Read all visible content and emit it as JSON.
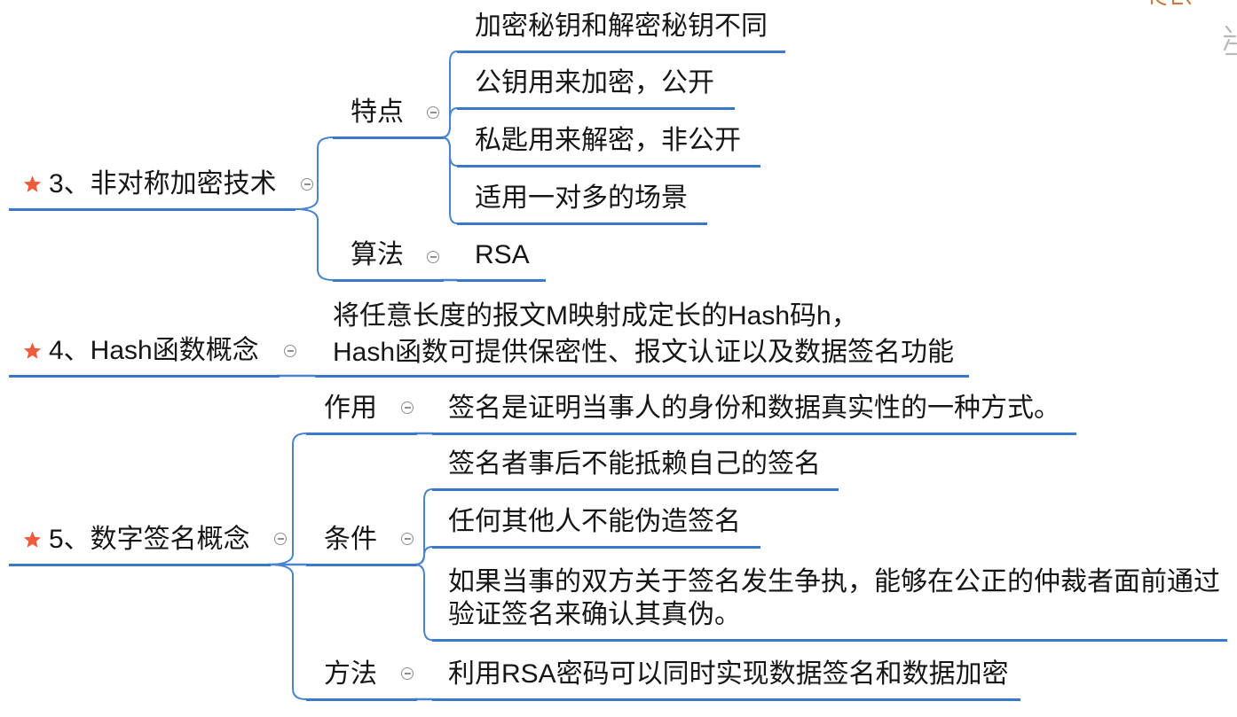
{
  "mindmap": {
    "branches": [
      {
        "title": "3、非对称加密技术",
        "marker_icon": "star-icon",
        "collapse_icon": "collapse-minus-icon",
        "topics": [
          {
            "title": "特点",
            "collapse_icon": "collapse-minus-icon",
            "subtopics": [
              {
                "text": "加密秘钥和解密秘钥不同"
              },
              {
                "text": "公钥用来加密，公开"
              },
              {
                "text": "私匙用来解密，非公开"
              },
              {
                "text": "适用一对多的场景"
              }
            ]
          },
          {
            "title": "算法",
            "collapse_icon": "collapse-minus-icon",
            "subtopics": [
              {
                "text": "RSA"
              }
            ]
          }
        ]
      },
      {
        "title": "4、Hash函数概念",
        "marker_icon": "star-icon",
        "collapse_icon": "collapse-minus-icon",
        "topics": [
          {
            "lines": [
              "将任意长度的报文M映射成定长的Hash码h，",
              "Hash函数可提供保密性、报文认证以及数据签名功能"
            ]
          }
        ]
      },
      {
        "title": "5、数字签名概念",
        "marker_icon": "star-icon",
        "collapse_icon": "collapse-minus-icon",
        "topics": [
          {
            "title": "作用",
            "collapse_icon": "collapse-minus-icon",
            "subtopics": [
              {
                "text": "签名是证明当事人的身份和数据真实性的一种方式。"
              }
            ]
          },
          {
            "title": "条件",
            "collapse_icon": "collapse-minus-icon",
            "subtopics": [
              {
                "text": "签名者事后不能抵赖自己的签名"
              },
              {
                "text": "任何其他人不能伪造签名"
              },
              {
                "lines": [
                  "如果当事的双方关于签名发生争执，能够在公正的仲裁者面前通过",
                  "验证签名来确认其真伪。"
                ]
              }
            ]
          },
          {
            "title": "方法",
            "collapse_icon": "collapse-minus-icon",
            "subtopics": [
              {
                "text": "利用RSA密码可以同时实现数据签名和数据加密"
              }
            ]
          }
        ]
      }
    ]
  },
  "colors": {
    "background": "#ffffff",
    "topic_line": "#3a79c9",
    "connector": "#4a84cc",
    "star_marker": "#ee5b3d",
    "collapse_icon": "#8f8f8f",
    "text": "#161616"
  }
}
